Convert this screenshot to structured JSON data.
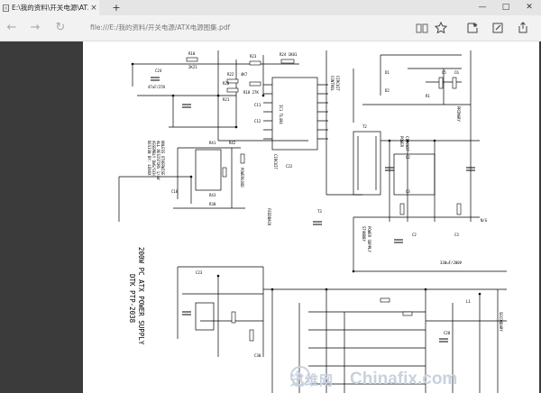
{
  "tab": {
    "title": "E:\\我的资料\\开关电源\\ATX",
    "close_glyph": "×"
  },
  "new_tab_glyph": "+",
  "window_controls": [
    "—",
    "□",
    "✕"
  ],
  "nav": {
    "back_glyph": "←",
    "forward_glyph": "→",
    "refresh_glyph": "↻",
    "address": "file:///E:/我的资料/开关电源/ATX电源图集.pdf"
  },
  "toolbar_icons": [
    "reading-view-icon",
    "favorite-star-icon",
    "favorites-hub-icon",
    "web-note-icon",
    "share-icon"
  ],
  "schematic": {
    "title_lines": [
      "200W PC ATX POWER SUPPLY",
      "DTK PTP-2038"
    ],
    "side_note": [
      "DESIGN BY: LENOX",
      "ASSEMBLY DWG/SCH.",
      "ALL RESISTORS 1/4W",
      "UNLESS OTHERWISE"
    ],
    "labels": {
      "r10": "R10",
      "r10v": "2K21",
      "r22": "R22",
      "r22v": "4K7",
      "r23": "R23",
      "r24": "R24 1K01",
      "c24": "C24",
      "c24v": "47uF/25V",
      "r18": "R18 27K",
      "r21": "R21",
      "r20": "R20",
      "ic1": "IC1 TL494",
      "c11": "C11",
      "c12": "C12",
      "control": "CONTROL",
      "circuit": "CIRCUIT",
      "r41": "R41",
      "r42": "R42",
      "r43": "R43",
      "c18": "C18",
      "powergood": "POWERGOOD",
      "circuit2": "CIRCUIT",
      "feedback": "FEEDBACK",
      "c22": "C22",
      "c23": "C23",
      "r30": "R30",
      "t2": "T2",
      "t3": "T3",
      "power": "POWER",
      "circuit3": "CIRCUIT",
      "standby": "STANDBY",
      "pwrsupply": "POWER SUPPLY",
      "d1": "D1",
      "d2": "D2",
      "c5": "C5",
      "c6": "C6",
      "r1": "R1",
      "c28": "C28",
      "c30": "C30",
      "q2": "Q2",
      "q3": "Q3",
      "l1": "L1",
      "c2": "C2",
      "c3": "C3",
      "cap330": "330uF/200V",
      "ng": "N/G",
      "secondary": "SECONDARY",
      "primary": "PRIMARY"
    }
  },
  "watermark": {
    "cn": "迅维网",
    "en": "Chinafix.com"
  }
}
